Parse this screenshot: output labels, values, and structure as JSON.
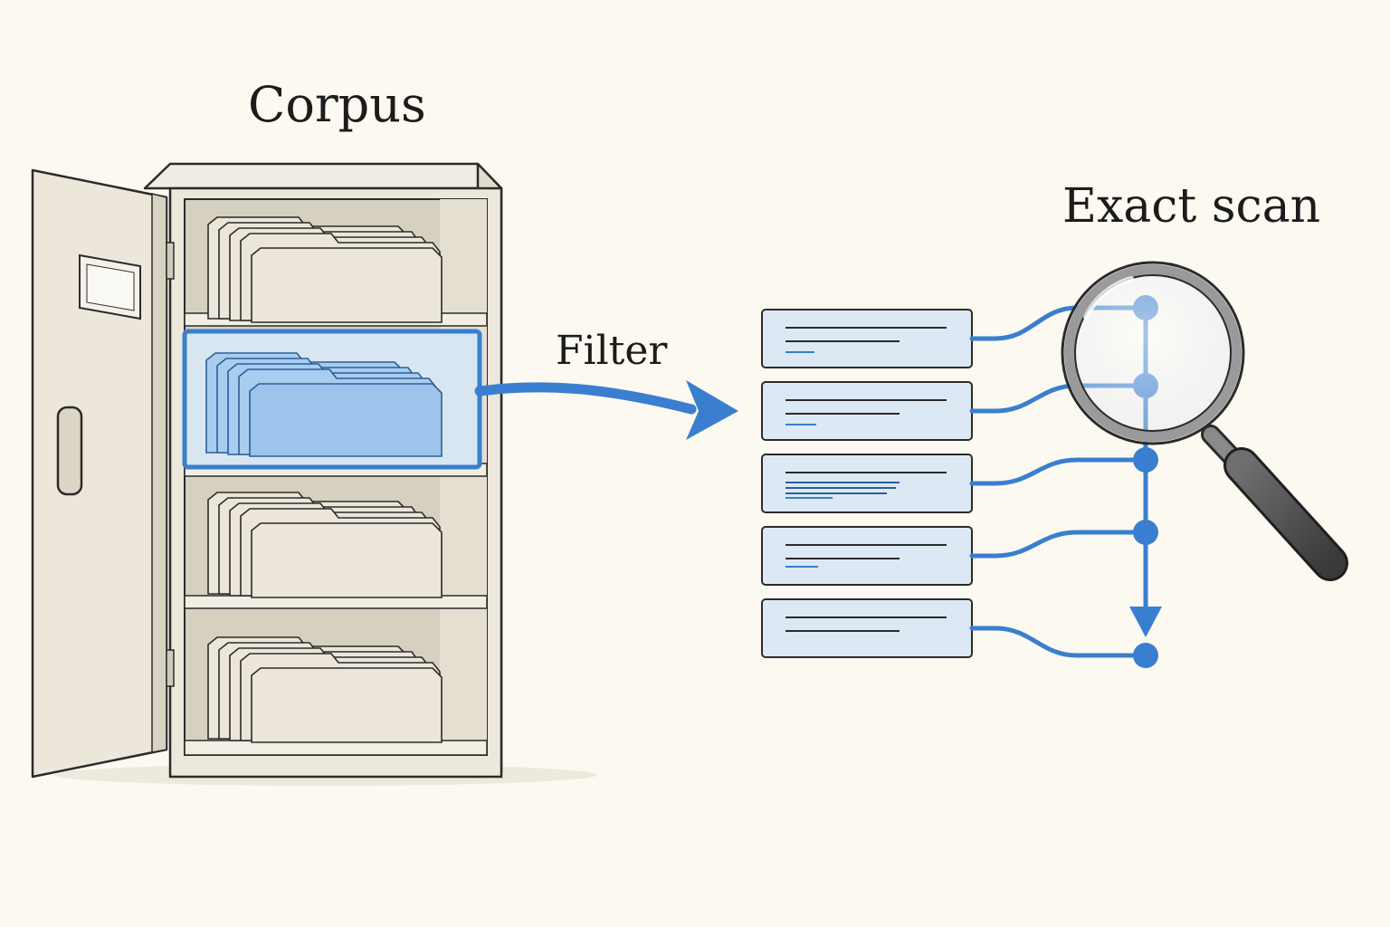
{
  "labels": {
    "corpus": "Corpus",
    "filter": "Filter",
    "exact_scan": "Exact scan"
  },
  "icons": {
    "source": "filing-cabinet-icon",
    "inspect": "magnifying-glass-icon"
  },
  "colors": {
    "background": "#fcf9f0",
    "accent": "#3a7fcf",
    "highlight_fill": "#a9cdee",
    "record_fill": "#dce9f5",
    "ink": "#1c1c1c",
    "cabinet": "#ede8dc"
  },
  "diagram": {
    "cabinet_shelves": 4,
    "highlighted_shelf": 2,
    "filtered_records": 5
  }
}
